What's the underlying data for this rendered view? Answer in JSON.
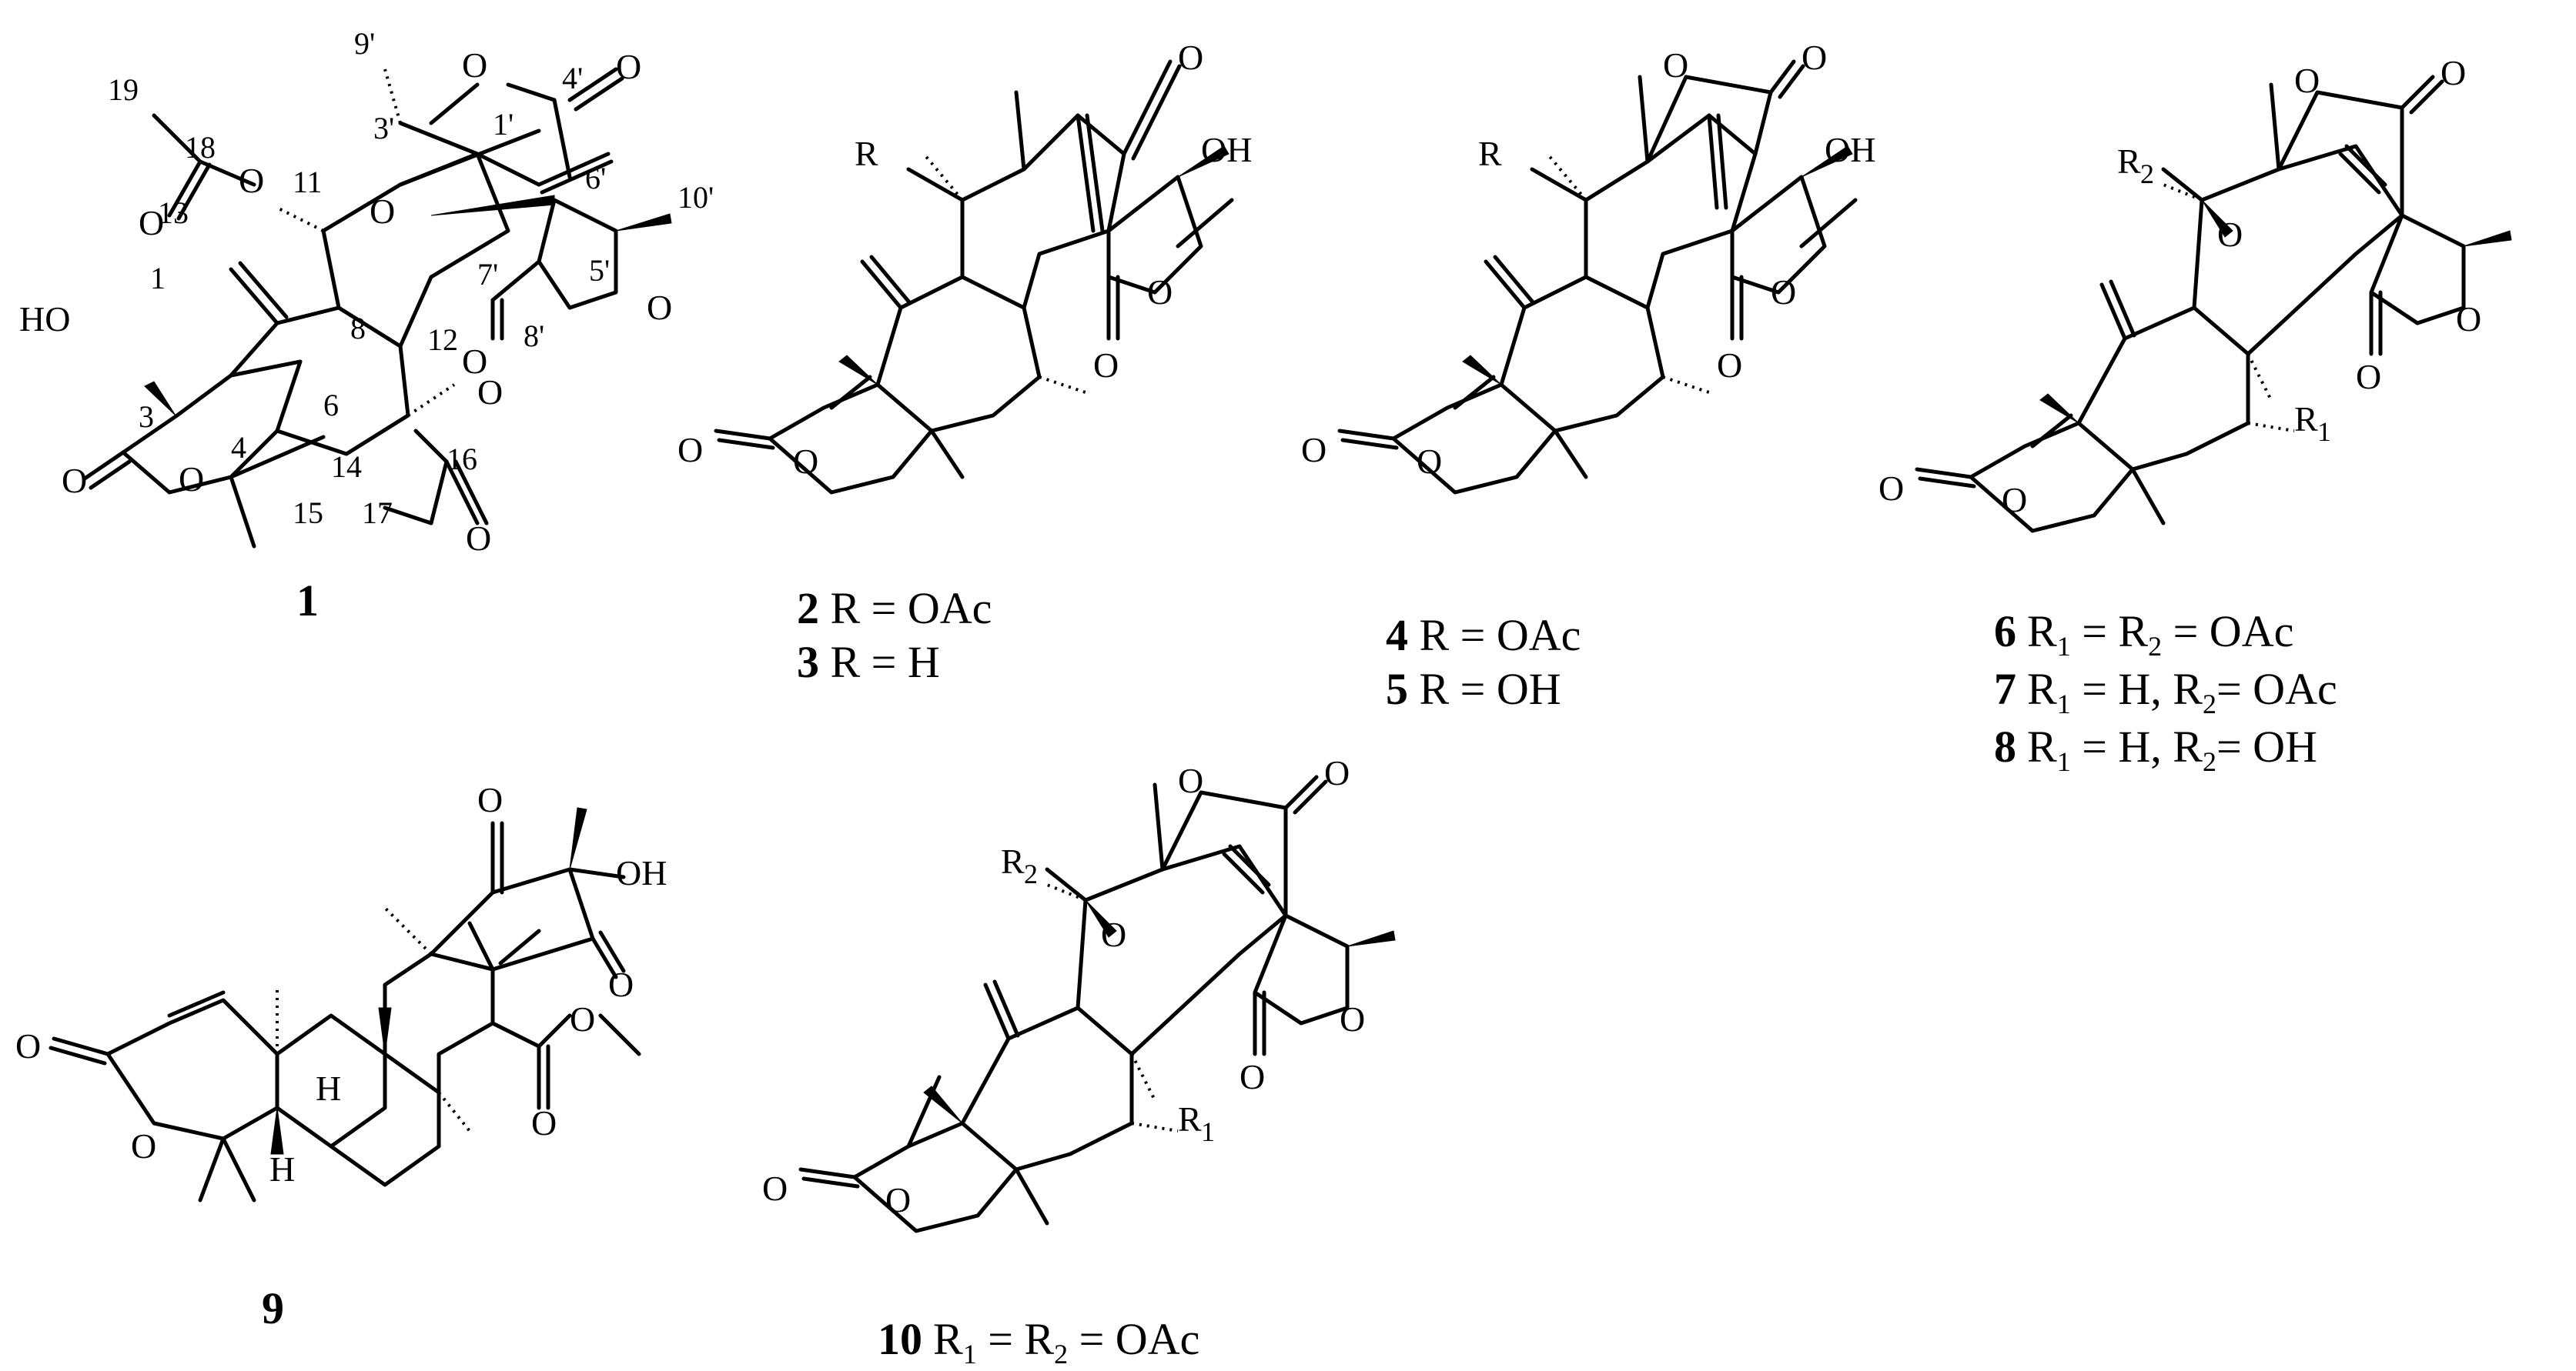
{
  "compound_labels": [
    "1",
    "9"
  ],
  "captions": {
    "c2": {
      "num": "2",
      "text": " R = OAc"
    },
    "c3": {
      "num": "3",
      "text": " R = H"
    },
    "c4": {
      "num": "4",
      "text": " R = OAc"
    },
    "c5": {
      "num": "5",
      "text": " R = OH"
    },
    "c6": {
      "num": "6",
      "r1": "R",
      "s1": "1",
      "mid": " = R",
      "s2": "2",
      "tail": " = OAc"
    },
    "c7": {
      "num": "7",
      "r1": "R",
      "s1": "1",
      "mid": " = H, R",
      "s2": "2",
      "tail": "= OAc"
    },
    "c8": {
      "num": "8",
      "r1": "R",
      "s1": "1",
      "mid": " = H, R",
      "s2": "2",
      "tail": "= OH"
    },
    "c10": {
      "num": "10",
      "r1": "R",
      "s1": "1",
      "mid": " = R",
      "s2": "2",
      "tail": " = OAc"
    }
  },
  "atoms": {
    "O": "O",
    "OH": "OH",
    "HO": "HO",
    "H": "H",
    "R": "R",
    "R1": {
      "r": "R",
      "s": "1"
    },
    "R2": {
      "r": "R",
      "s": "2"
    }
  },
  "locants": {
    "n1": "1",
    "n3": "3",
    "n4": "4",
    "n6": "6",
    "n8": "8",
    "n11": "11",
    "n12": "12",
    "n13": "13",
    "n14": "14",
    "n15": "15",
    "n16": "16",
    "n17": "17",
    "n18": "18",
    "n19": "19",
    "p1": "1'",
    "p3": "3'",
    "p4": "4'",
    "p5": "5'",
    "p6": "6'",
    "p7": "7'",
    "p8": "8'",
    "p9": "9'",
    "p10": "10'"
  }
}
